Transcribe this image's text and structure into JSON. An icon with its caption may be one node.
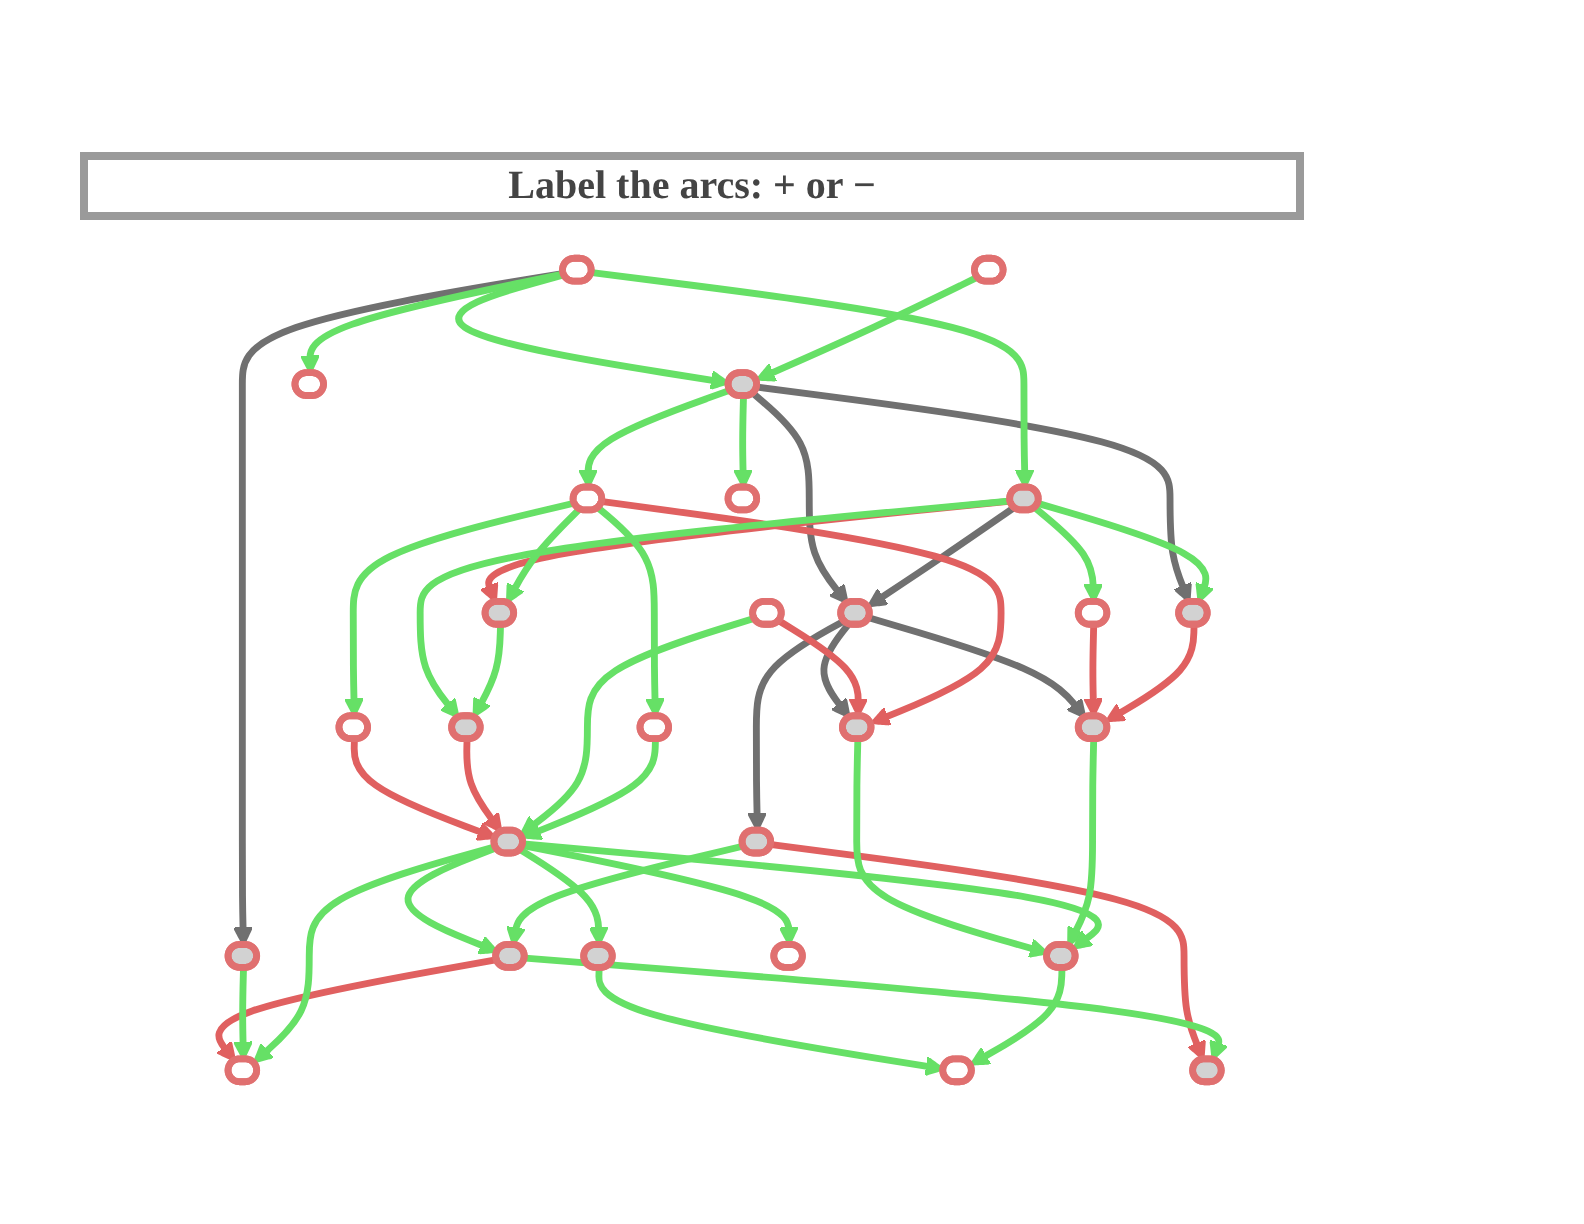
{
  "diagram": {
    "title": "Label the arcs: + or −",
    "nodes": [
      {
        "text": [],
        "shape": "ellipse"
      },
      {
        "text": [],
        "shape": "ellipse"
      },
      {
        "text": [],
        "shape": "ellipse"
      },
      {
        "text": [],
        "shape": "ellipse"
      },
      {
        "text": [],
        "shape": "ellipse"
      },
      {
        "text": [],
        "shape": "ellipse"
      },
      {
        "text": [],
        "shape": "ellipse"
      },
      {
        "text": [],
        "shape": "ellipse"
      },
      {
        "text": [],
        "shape": "ellipse"
      },
      {
        "text": [],
        "shape": "ellipse"
      },
      {
        "text": [],
        "shape": "ellipse"
      },
      {
        "text": [],
        "shape": "ellipse"
      },
      {
        "text": [],
        "shape": "ellipse"
      },
      {
        "text": [],
        "shape": "ellipse"
      },
      {
        "text": [],
        "shape": "ellipse"
      },
      {
        "text": [],
        "shape": "ellipse"
      },
      {
        "text": [],
        "shape": "ellipse"
      },
      {
        "text": [],
        "shape": "ellipse"
      },
      {
        "text": [],
        "shape": "ellipse"
      },
      {
        "text": [],
        "shape": "ellipse"
      },
      {
        "text": [],
        "shape": "ellipse"
      },
      {
        "text": [],
        "shape": "ellipse"
      },
      {
        "text": [],
        "shape": "ellipse"
      },
      {
        "text": [],
        "shape": "ellipse"
      },
      {
        "text": [],
        "shape": "ellipse"
      },
      {
        "text": [],
        "shape": "ellipse"
      },
      {
        "text": [],
        "shape": "ellipse"
      }
    ],
    "edges": [
      {
        "from": 0,
        "to": 7,
        "arrow": "to",
        "color": "#707070"
      },
      {
        "from": 2,
        "to": 9,
        "arrow": "to",
        "color": "#707070"
      },
      {
        "from": 3,
        "to": 9,
        "arrow": "to",
        "color": "#707070"
      },
      {
        "from": 2,
        "to": 16,
        "arrow": "to",
        "color": "#707070"
      },
      {
        "from": 9,
        "to": 14,
        "arrow": "to",
        "color": "#707070"
      },
      {
        "from": 9,
        "to": 20,
        "arrow": "to",
        "color": "#707070"
      },
      {
        "from": 9,
        "to": 17,
        "arrow": "to",
        "color": "#707070"
      },
      {
        "from": 3,
        "to": 10,
        "arrow": "to",
        "color": "#e06060"
      },
      {
        "from": 4,
        "to": 14,
        "arrow": "to",
        "color": "#e06060"
      },
      {
        "from": 5,
        "to": 14,
        "arrow": "to",
        "color": "#e06060"
      },
      {
        "from": 12,
        "to": 18,
        "arrow": "to",
        "color": "#e06060"
      },
      {
        "from": 11,
        "to": 18,
        "arrow": "to",
        "color": "#e06060"
      },
      {
        "from": 17,
        "to": 19,
        "arrow": "to",
        "color": "#e06060"
      },
      {
        "from": 15,
        "to": 20,
        "arrow": "to",
        "color": "#e06060"
      },
      {
        "from": 16,
        "to": 20,
        "arrow": "to",
        "color": "#e06060"
      },
      {
        "from": 21,
        "to": 24,
        "arrow": "to",
        "color": "#e06060"
      },
      {
        "from": 0,
        "to": 2,
        "arrow": "to"
      },
      {
        "from": 0,
        "to": 3,
        "arrow": "to"
      },
      {
        "from": 1,
        "to": 2,
        "arrow": "to"
      },
      {
        "from": 0,
        "to": 8,
        "arrow": "to"
      },
      {
        "from": 2,
        "to": 6,
        "arrow": "to"
      },
      {
        "from": 2,
        "to": 5,
        "arrow": "to"
      },
      {
        "from": 4,
        "to": 18,
        "arrow": "to"
      },
      {
        "from": 5,
        "to": 13,
        "arrow": "to"
      },
      {
        "from": 5,
        "to": 12,
        "arrow": "to"
      },
      {
        "from": 5,
        "to": 10,
        "arrow": "to"
      },
      {
        "from": 3,
        "to": 11,
        "arrow": "to"
      },
      {
        "from": 3,
        "to": 15,
        "arrow": "to"
      },
      {
        "from": 3,
        "to": 16,
        "arrow": "to"
      },
      {
        "from": 10,
        "to": 11,
        "arrow": "to"
      },
      {
        "from": 7,
        "to": 24,
        "arrow": "to"
      },
      {
        "from": 13,
        "to": 18,
        "arrow": "to"
      },
      {
        "from": 14,
        "to": 23,
        "arrow": "to"
      },
      {
        "from": 20,
        "to": 23,
        "arrow": "to"
      },
      {
        "from": 18,
        "to": 23,
        "arrow": "to"
      },
      {
        "from": 18,
        "to": 22,
        "arrow": "to"
      },
      {
        "from": 18,
        "to": 25,
        "arrow": "to"
      },
      {
        "from": 18,
        "to": 21,
        "arrow": "to"
      },
      {
        "from": 17,
        "to": 21,
        "arrow": "to"
      },
      {
        "from": 18,
        "to": 24,
        "arrow": "to"
      },
      {
        "from": 21,
        "to": 19,
        "arrow": "to"
      },
      {
        "from": 22,
        "to": 26,
        "arrow": "to"
      },
      {
        "from": 23,
        "to": 26,
        "arrow": "to"
      }
    ]
  }
}
